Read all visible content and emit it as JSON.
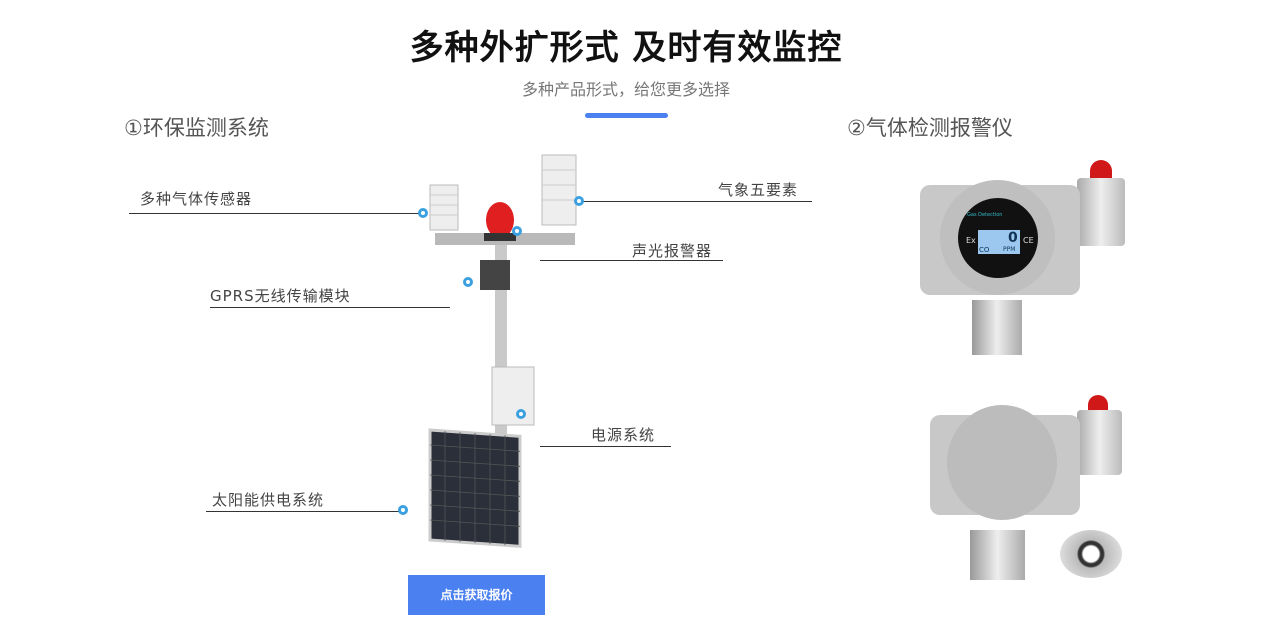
{
  "header": {
    "title": "多种外扩形式  及时有效监控",
    "subtitle": "多种产品形式，给您更多选择"
  },
  "sections": [
    {
      "title": "①环保监测系统"
    },
    {
      "title": "②气体检测报警仪"
    }
  ],
  "callouts": {
    "gas_sensors": "多种气体传感器",
    "weather": "气象五要素",
    "alarm": "声光报警器",
    "gprs": "GPRS无线传输模块",
    "power": "电源系统",
    "solar": "太阳能供电系统"
  },
  "detector_display": {
    "brand": "Gas Detection",
    "gas": "CO",
    "unit": "PPM",
    "value": "0",
    "mark_ex": "Ex",
    "mark_ce": "CE"
  },
  "button": {
    "quote": "点击获取报价"
  },
  "colors": {
    "accent": "#4a80f0"
  }
}
